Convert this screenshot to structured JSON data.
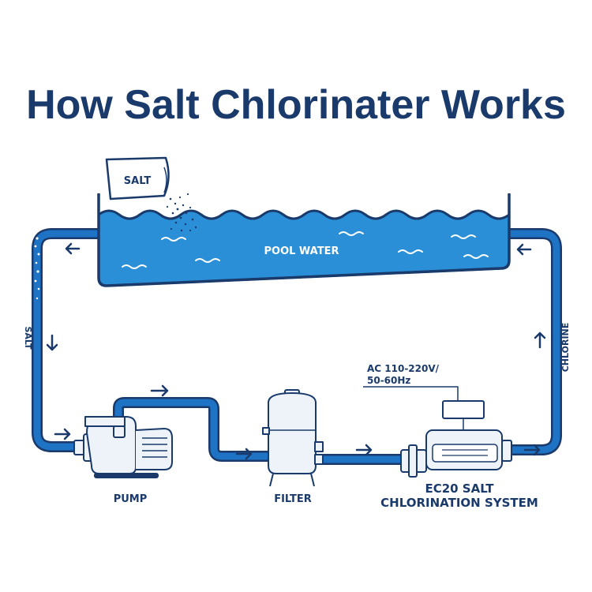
{
  "title": "How Salt Chlorinater Works",
  "labels": {
    "salt_bag": "SALT",
    "pool_water": "POOL WATER",
    "salt_side": "SALT",
    "chlorine_side": "CHLORINE",
    "pump": "PUMP",
    "filter": "FILTER",
    "power_line1": "AC 110-220V/",
    "power_line2": "50-60Hz",
    "system_line1": "EC20 SALT",
    "system_line2": "CHLORINATION SYSTEM"
  },
  "colors": {
    "navy": "#1a3a6b",
    "pipe": "#1f73c4",
    "water": "#2a8fd6",
    "water_light": "#62b6ec",
    "equipment": "#eef3fa"
  },
  "icons": [
    "salt-bag-icon",
    "pool-icon",
    "pump-icon",
    "filter-icon",
    "chlorinator-icon",
    "flow-arrow-icon"
  ]
}
